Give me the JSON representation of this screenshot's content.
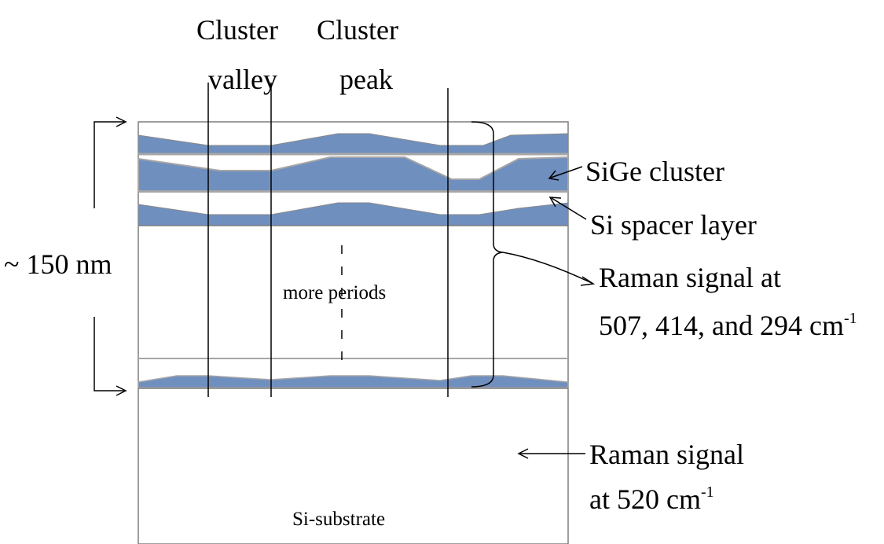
{
  "labels": {
    "cluster_valley_line1": "Cluster",
    "cluster_valley_line2": "valley",
    "cluster_peak_line1": "Cluster",
    "cluster_peak_line2": "peak",
    "thickness": "~ 150 nm",
    "more_periods": "more periods",
    "substrate": "Si-substrate",
    "sige_cluster": "SiGe cluster",
    "si_spacer": "Si spacer layer",
    "raman_periods_line1": "Raman signal at",
    "raman_periods_line2": "507, 414, and 294 cm",
    "raman_periods_sup": "-1",
    "raman_substrate_line1": "Raman signal",
    "raman_substrate_line2": "at 520 cm",
    "raman_substrate_sup": "-1"
  },
  "colors": {
    "layer_fill": "#6f8fbf",
    "spacer_line": "#a6a6a6",
    "outline": "#7f7f7f",
    "text": "#000000"
  }
}
